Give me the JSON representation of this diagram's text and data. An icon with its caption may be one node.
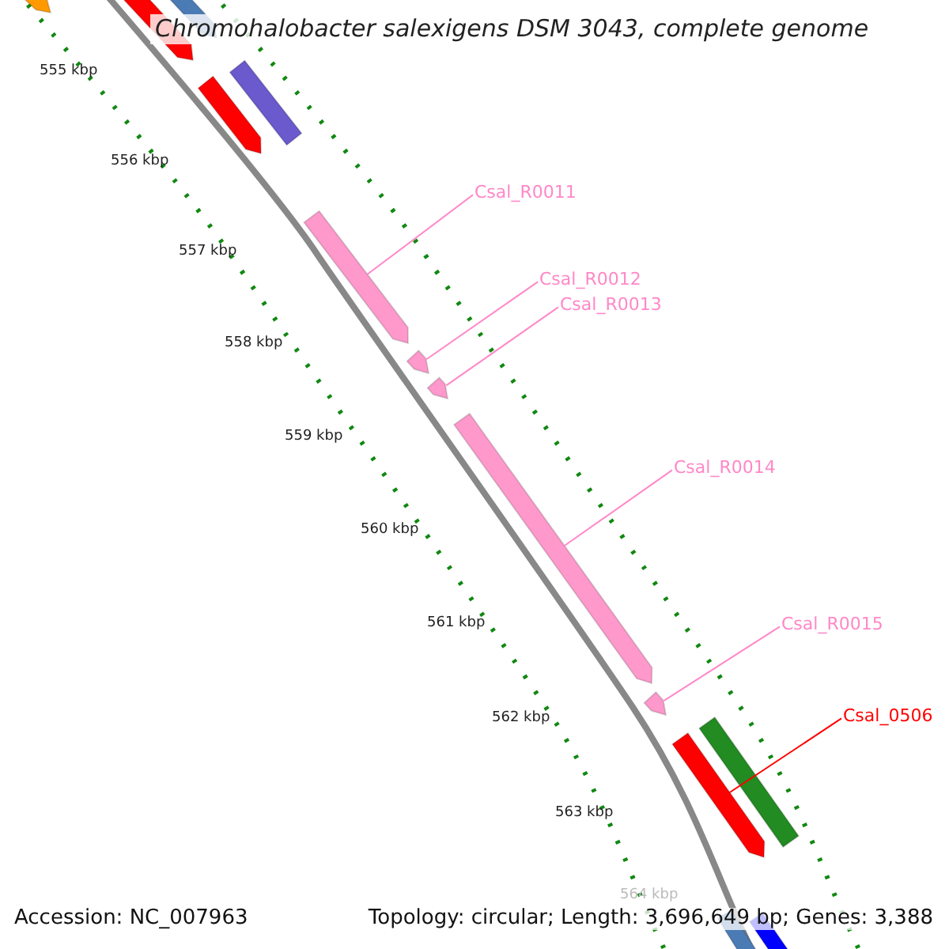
{
  "diagram": {
    "title": "Chromohalobacter salexigens DSM 3043, complete genome",
    "nodes": [
      {
        "text": [
          "Csal_R0011"
        ]
      },
      {
        "text": [],
        "shape": "bar"
      },
      {
        "text": [
          "Csal_R0012"
        ]
      },
      {
        "text": [],
        "shape": "bar"
      },
      {
        "text": [
          "Csal_R0013"
        ]
      },
      {
        "text": [],
        "shape": "bar"
      },
      {
        "text": [
          "Csal_R0014"
        ]
      },
      {
        "text": [],
        "shape": "bar"
      },
      {
        "text": [
          "Csal_R0015"
        ]
      },
      {
        "text": [],
        "shape": "bar"
      },
      {
        "text": [
          "Csal_0506"
        ]
      },
      {
        "text": [],
        "shape": "bar"
      },
      {
        "text": [],
        "shape": "box"
      }
    ],
    "edges": [
      {
        "from": 0,
        "to": 1,
        "arrow": "none"
      },
      {
        "from": 2,
        "to": 3,
        "arrow": "none"
      },
      {
        "from": 4,
        "to": 5,
        "arrow": "none"
      },
      {
        "from": 6,
        "to": 7,
        "arrow": "none"
      },
      {
        "from": 8,
        "to": 9,
        "arrow": "none"
      },
      {
        "from": 10,
        "to": 11,
        "arrow": "none",
        "color": "#ff0000"
      }
    ],
    "labels": [
      "555 kbp",
      "556 kbp",
      "557 kbp",
      "558 kbp",
      "559 kbp",
      "560 kbp",
      "561 kbp",
      "562 kbp",
      "563 kbp",
      "564 kbp",
      "Accession: NC_007963",
      "Topology: circular; Length: 3,696,649 bp; Genes: 3,388"
    ]
  }
}
